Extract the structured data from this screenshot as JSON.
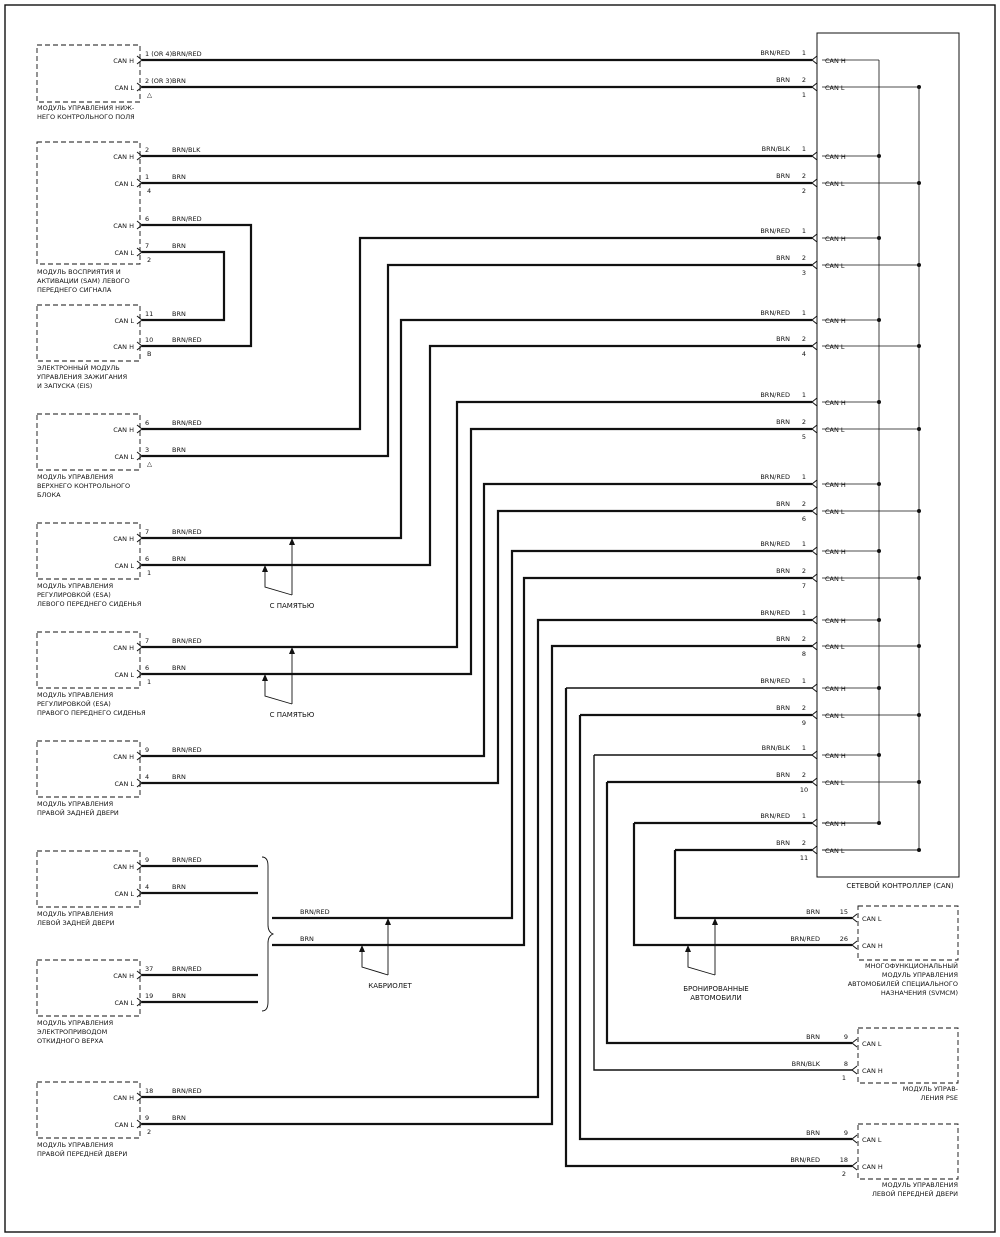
{
  "can_controller": {
    "title": "СЕТЕВОЙ КОНТРОЛЛЕР (CAN)",
    "pins": [
      {
        "num": "1",
        "label": "CAN H",
        "wire": "BRN/RED"
      },
      {
        "num": "2",
        "label": "CAN L",
        "wire": "BRN",
        "conn": "1"
      },
      {
        "num": "1",
        "label": "CAN H",
        "wire": "BRN/BLK"
      },
      {
        "num": "2",
        "label": "CAN L",
        "wire": "BRN",
        "conn": "2"
      },
      {
        "num": "1",
        "label": "CAN H",
        "wire": "BRN/RED"
      },
      {
        "num": "2",
        "label": "CAN L",
        "wire": "BRN",
        "conn": "3"
      },
      {
        "num": "1",
        "label": "CAN H",
        "wire": "BRN/RED"
      },
      {
        "num": "2",
        "label": "CAN L",
        "wire": "BRN",
        "conn": "4"
      },
      {
        "num": "1",
        "label": "CAN H",
        "wire": "BRN/RED"
      },
      {
        "num": "2",
        "label": "CAN L",
        "wire": "BRN",
        "conn": "5"
      },
      {
        "num": "1",
        "label": "CAN H",
        "wire": "BRN/RED"
      },
      {
        "num": "2",
        "label": "CAN L",
        "wire": "BRN",
        "conn": "6"
      },
      {
        "num": "1",
        "label": "CAN H",
        "wire": "BRN/RED"
      },
      {
        "num": "2",
        "label": "CAN L",
        "wire": "BRN",
        "conn": "7"
      },
      {
        "num": "1",
        "label": "CAN H",
        "wire": "BRN/RED"
      },
      {
        "num": "2",
        "label": "CAN L",
        "wire": "BRN",
        "conn": "8"
      },
      {
        "num": "1",
        "label": "CAN H",
        "wire": "BRN/RED"
      },
      {
        "num": "2",
        "label": "CAN L",
        "wire": "BRN",
        "conn": "9"
      },
      {
        "num": "1",
        "label": "CAN H",
        "wire": "BRN/BLK"
      },
      {
        "num": "2",
        "label": "CAN L",
        "wire": "BRN",
        "conn": "10"
      },
      {
        "num": "1",
        "label": "CAN H",
        "wire": "BRN/RED"
      },
      {
        "num": "2",
        "label": "CAN L",
        "wire": "BRN",
        "conn": "11"
      }
    ]
  },
  "left_modules": [
    {
      "title": [
        "МОДУЛЬ УПРАВЛЕНИЯ НИЖ-",
        "НЕГО КОНТРОЛЬНОГО ПОЛЯ"
      ],
      "pins": [
        {
          "label": "CAN H",
          "num": "1 (OR 4)",
          "wire": "BRN/RED"
        },
        {
          "label": "CAN L",
          "num": "2 (OR 3)",
          "wire": "BRN"
        }
      ],
      "conn": "△"
    },
    {
      "title": [
        "МОДУЛЬ ВОСПРИЯТИЯ И",
        "АКТИВАЦИИ (SAM) ЛЕВОГО",
        "ПЕРЕДНЕГО СИГНАЛА"
      ],
      "pins": [
        {
          "label": "CAN H",
          "num": "2",
          "wire": "BRN/BLK"
        },
        {
          "label": "CAN L",
          "num": "1",
          "wire": "BRN"
        },
        {
          "label": "CAN H",
          "num": "6",
          "wire": "BRN/RED"
        },
        {
          "label": "CAN L",
          "num": "7",
          "wire": "BRN"
        }
      ],
      "conn": "4",
      "conn2": "2"
    },
    {
      "title": [
        "ЭЛЕКТРОННЫЙ МОДУЛЬ",
        "УПРАВЛЕНИЯ ЗАЖИГАНИЯ",
        "И ЗАПУСКА (EIS)"
      ],
      "pins": [
        {
          "label": "CAN L",
          "num": "11",
          "wire": "BRN"
        },
        {
          "label": "CAN H",
          "num": "10",
          "wire": "BRN/RED"
        }
      ],
      "conn": "B"
    },
    {
      "title": [
        "МОДУЛЬ УПРАВЛЕНИЯ",
        "ВЕРХНЕГО КОНТРОЛЬНОГО",
        "БЛОКА"
      ],
      "pins": [
        {
          "label": "CAN H",
          "num": "6",
          "wire": "BRN/RED"
        },
        {
          "label": "CAN L",
          "num": "3",
          "wire": "BRN"
        }
      ],
      "conn": "△"
    },
    {
      "title": [
        "МОДУЛЬ УПРАВЛЕНИЯ",
        "РЕГУЛИРОВКОЙ (ESA)",
        "ЛЕВОГО ПЕРЕДНЕГО СИДЕНЬЯ"
      ],
      "pins": [
        {
          "label": "CAN H",
          "num": "7",
          "wire": "BRN/RED"
        },
        {
          "label": "CAN L",
          "num": "6",
          "wire": "BRN"
        }
      ],
      "conn": "1"
    },
    {
      "title": [
        "МОДУЛЬ УПРАВЛЕНИЯ",
        "РЕГУЛИРОВКОЙ (ESA)",
        "ПРАВОГО ПЕРЕДНЕГО СИДЕНЬЯ"
      ],
      "pins": [
        {
          "label": "CAN H",
          "num": "7",
          "wire": "BRN/RED"
        },
        {
          "label": "CAN L",
          "num": "6",
          "wire": "BRN"
        }
      ],
      "conn": "1"
    },
    {
      "title": [
        "МОДУЛЬ УПРАВЛЕНИЯ",
        "ПРАВОЙ ЗАДНЕЙ ДВЕРИ"
      ],
      "pins": [
        {
          "label": "CAN H",
          "num": "9",
          "wire": "BRN/RED"
        },
        {
          "label": "CAN L",
          "num": "4",
          "wire": "BRN"
        }
      ]
    },
    {
      "title": [
        "МОДУЛЬ УПРАВЛЕНИЯ",
        "ЛЕВОЙ ЗАДНЕЙ ДВЕРИ"
      ],
      "pins": [
        {
          "label": "CAN H",
          "num": "9",
          "wire": "BRN/RED"
        },
        {
          "label": "CAN L",
          "num": "4",
          "wire": "BRN"
        }
      ]
    },
    {
      "title": [
        "МОДУЛЬ УПРАВЛЕНИЯ",
        "ЭЛЕКТРОПРИВОДОМ",
        "ОТКИДНОГО ВЕРХА"
      ],
      "pins": [
        {
          "label": "CAN H",
          "num": "37",
          "wire": "BRN/RED"
        },
        {
          "label": "CAN L",
          "num": "19",
          "wire": "BRN"
        }
      ]
    },
    {
      "title": [
        "МОДУЛЬ УПРАВЛЕНИЯ",
        "ПРАВОЙ ПЕРЕДНЕЙ ДВЕРИ"
      ],
      "pins": [
        {
          "label": "CAN H",
          "num": "18",
          "wire": "BRN/RED"
        },
        {
          "label": "CAN L",
          "num": "9",
          "wire": "BRN"
        }
      ],
      "conn": "2"
    }
  ],
  "right_modules": [
    {
      "title": [
        "МНОГОФУНКЦИОНАЛЬНЫЙ",
        "МОДУЛЬ УПРАВЛЕНИЯ",
        "АВТОМОБИЛЕЙ СПЕЦИАЛЬНОГО",
        "НАЗНАЧЕНИЯ (SVMCM)"
      ],
      "pins": [
        {
          "label": "CAN L",
          "num": "15",
          "wire": "BRN"
        },
        {
          "label": "CAN H",
          "num": "26",
          "wire": "BRN/RED"
        }
      ]
    },
    {
      "title": [
        "МОДУЛЬ УПРАВ-",
        "ЛЕНИЯ PSE"
      ],
      "pins": [
        {
          "label": "CAN L",
          "num": "9",
          "wire": "BRN"
        },
        {
          "label": "CAN H",
          "num": "8",
          "wire": "BRN/BLK"
        }
      ],
      "conn": "1"
    },
    {
      "title": [
        "МОДУЛЬ УПРАВЛЕНИЯ",
        "ЛЕВОЙ ПЕРЕДНЕЙ ДВЕРИ"
      ],
      "pins": [
        {
          "label": "CAN L",
          "num": "9",
          "wire": "BRN"
        },
        {
          "label": "CAN H",
          "num": "18",
          "wire": "BRN/RED"
        }
      ],
      "conn": "2"
    }
  ],
  "notes": {
    "memory": "С ПАМЯТЬЮ",
    "cabrio": "КАБРИОЛЕТ",
    "armored": [
      "БРОНИРОВАННЫЕ",
      "АВТОМОБИЛИ"
    ]
  },
  "cabrio_bus": {
    "h_wire": "BRN/RED",
    "l_wire": "BRN"
  }
}
